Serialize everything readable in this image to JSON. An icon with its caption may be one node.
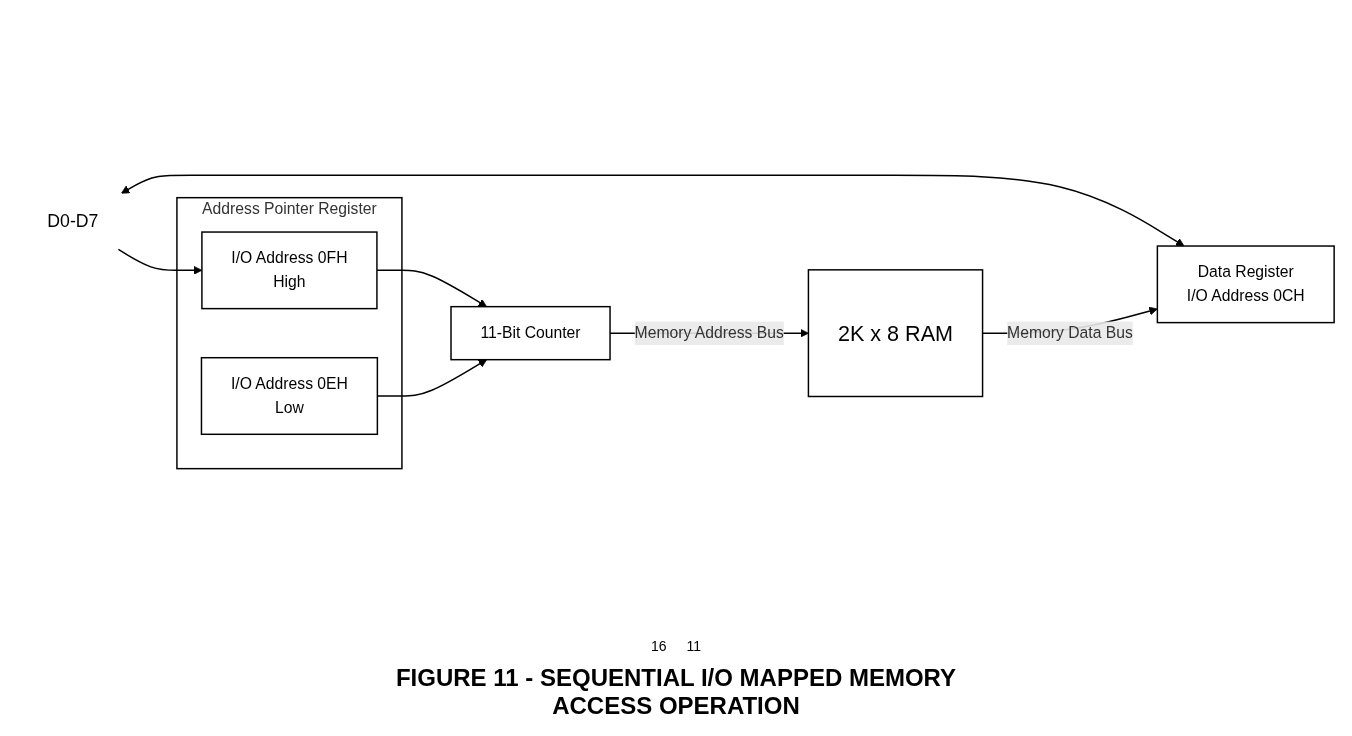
{
  "diagram": {
    "caption": "FIGURE 11 - SEQUENTIAL I/O MAPPED MEMORY ACCESS OPERATION",
    "nodes": [
      {
        "text": [
          "D0-D7"
        ]
      },
      {
        "text": [
          "Data Register",
          "I/O Address 0CH"
        ]
      },
      {
        "text": [
          "Address Pointer Register"
        ]
      },
      {
        "text": [
          "I/O Address 0FH",
          "High"
        ],
        "in": 2
      },
      {
        "text": [
          "I/O Address 0EH",
          "Low"
        ],
        "in": 2
      },
      {
        "text": [
          "11-Bit Counter"
        ]
      },
      {
        "text": [
          "2K x 8 RAM"
        ]
      }
    ],
    "edges": [
      {
        "from": 0,
        "to": 1,
        "arrow": "both"
      },
      {
        "from": 0,
        "to": 3,
        "arrow": "to"
      },
      {
        "from": 6,
        "to": 1,
        "arrow": "to",
        "label": "Memory Data Bus"
      },
      {
        "from": 3,
        "to": 5,
        "arrow": "to"
      },
      {
        "from": 4,
        "to": 5,
        "arrow": "to"
      },
      {
        "from": 5,
        "to": 6,
        "arrow": "to",
        "label": "Memory Address Bus"
      }
    ],
    "labels": [
      "16",
      "11"
    ]
  }
}
